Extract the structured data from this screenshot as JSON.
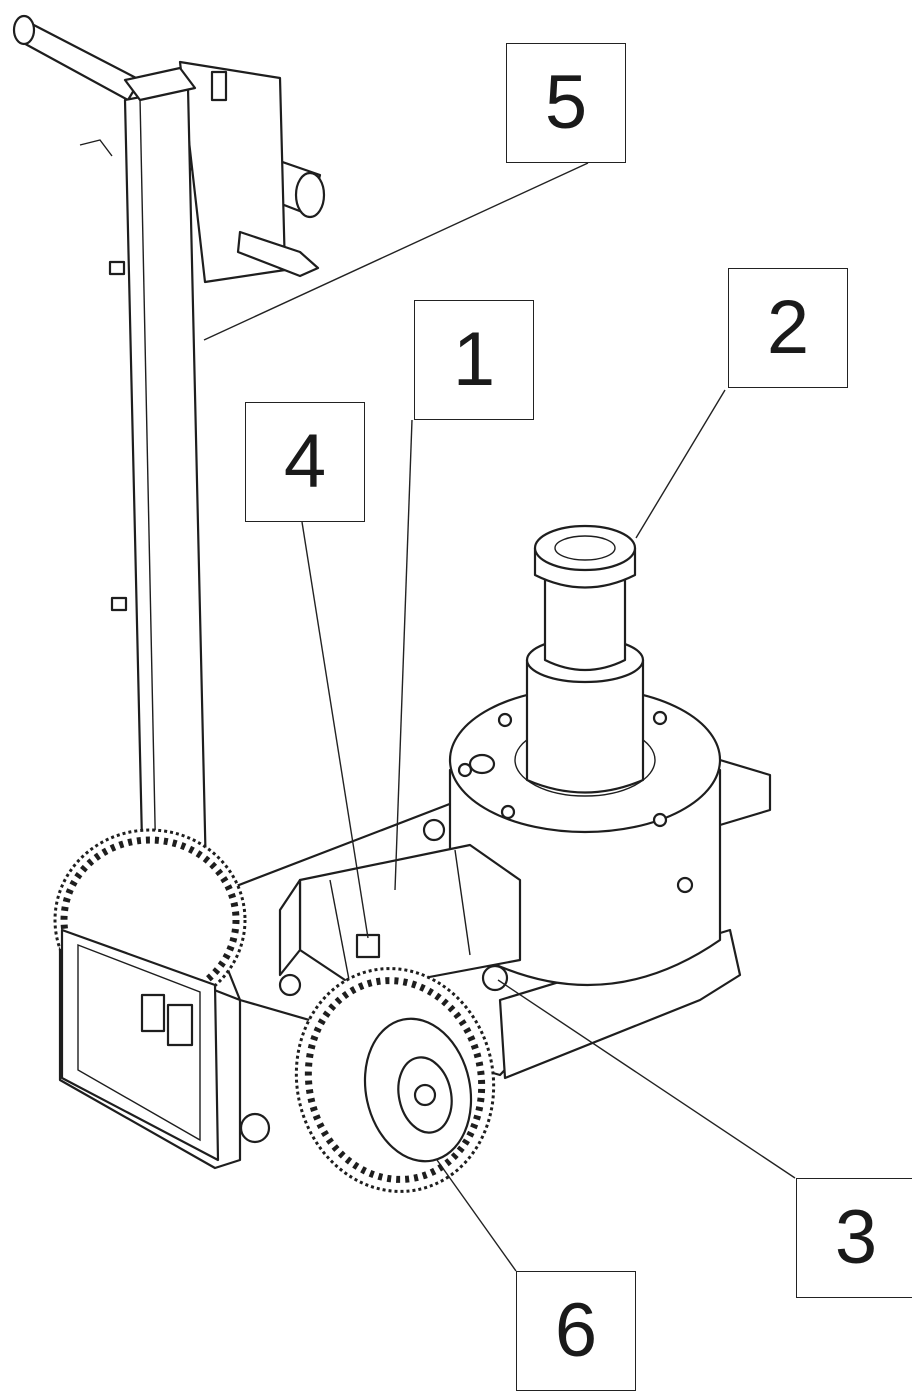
{
  "callouts": [
    {
      "id": "1",
      "label": "1"
    },
    {
      "id": "2",
      "label": "2"
    },
    {
      "id": "3",
      "label": "3"
    },
    {
      "id": "4",
      "label": "4"
    },
    {
      "id": "5",
      "label": "5"
    },
    {
      "id": "6",
      "label": "6"
    }
  ],
  "colors": {
    "ink": "#1e1e1e",
    "background": "#ffffff"
  }
}
